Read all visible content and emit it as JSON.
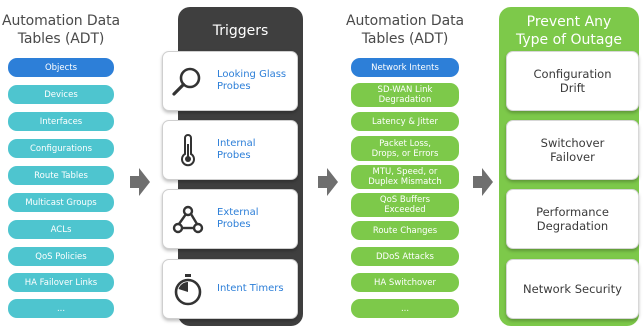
{
  "adt_left": {
    "title_line1": "Automation Data",
    "title_line2": "Tables (ADT)",
    "items": [
      "Objects",
      "Devices",
      "Interfaces",
      "Configurations",
      "Route Tables",
      "Multicast Groups",
      "ACLs",
      "QoS Policies",
      "HA Failover Links",
      "..."
    ]
  },
  "triggers": {
    "title": "Triggers",
    "items": [
      {
        "line1": "Looking Glass",
        "line2": "Probes",
        "icon": "magnifying-glass-icon"
      },
      {
        "line1": "Internal",
        "line2": "Probes",
        "icon": "thermometer-icon"
      },
      {
        "line1": "External",
        "line2": "Probes",
        "icon": "webhook-icon"
      },
      {
        "line1": "Intent Timers",
        "line2": "",
        "icon": "timer-icon"
      }
    ]
  },
  "adt_right": {
    "title_line1": "Automation Data",
    "title_line2": "Tables (ADT)",
    "items": [
      {
        "line1": "Network Intents",
        "line2": ""
      },
      {
        "line1": "SD-WAN Link",
        "line2": "Degradation"
      },
      {
        "line1": "Latency & Jitter",
        "line2": ""
      },
      {
        "line1": "Packet Loss,",
        "line2": "Drops, or Errors"
      },
      {
        "line1": "MTU, Speed, or",
        "line2": "Duplex Mismatch"
      },
      {
        "line1": "QoS Buffers",
        "line2": "Exceeded"
      },
      {
        "line1": "Route Changes",
        "line2": ""
      },
      {
        "line1": "DDoS Attacks",
        "line2": ""
      },
      {
        "line1": "HA Switchover",
        "line2": ""
      },
      {
        "line1": "...",
        "line2": ""
      }
    ]
  },
  "outages": {
    "title_line1": "Prevent Any",
    "title_line2": "Type of Outage",
    "items": [
      {
        "line1": "Configuration",
        "line2": "Drift"
      },
      {
        "line1": "Switchover",
        "line2": "Failover"
      },
      {
        "line1": "Performance",
        "line2": "Degradation"
      },
      {
        "line1": "Network Security",
        "line2": ""
      }
    ]
  },
  "colors": {
    "teal": "#4ec5cf",
    "blue": "#2d7fd8",
    "green": "#7dc94a",
    "dark": "#3f3f3f",
    "arrow": "#6f6f6f"
  }
}
